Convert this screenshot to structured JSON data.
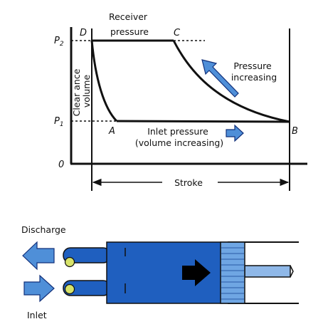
{
  "diagram": {
    "y_axis_labels": {
      "p2": "P",
      "p2_sub": "2",
      "p1": "P",
      "p1_sub": "1",
      "zero": "0"
    },
    "points": {
      "a": "A",
      "b": "B",
      "c": "C",
      "d": "D"
    },
    "receiver_pressure": [
      "Receiver",
      "pressure"
    ],
    "pressure_increasing": [
      "Pressure",
      "increasing"
    ],
    "inlet_pressure": [
      "Inlet pressure",
      "(volume increasing)"
    ],
    "clearance_volume": [
      "Clear ance",
      "volume"
    ],
    "stroke": "Stroke"
  },
  "compressor": {
    "discharge": "Discharge",
    "inlet": "Inlet"
  },
  "colors": {
    "blue": "#1f5fbf",
    "light_blue": "#4f8fd8",
    "dark_blue": "#12307a",
    "yellow_green": "#d7e36a",
    "line": "#111111"
  }
}
